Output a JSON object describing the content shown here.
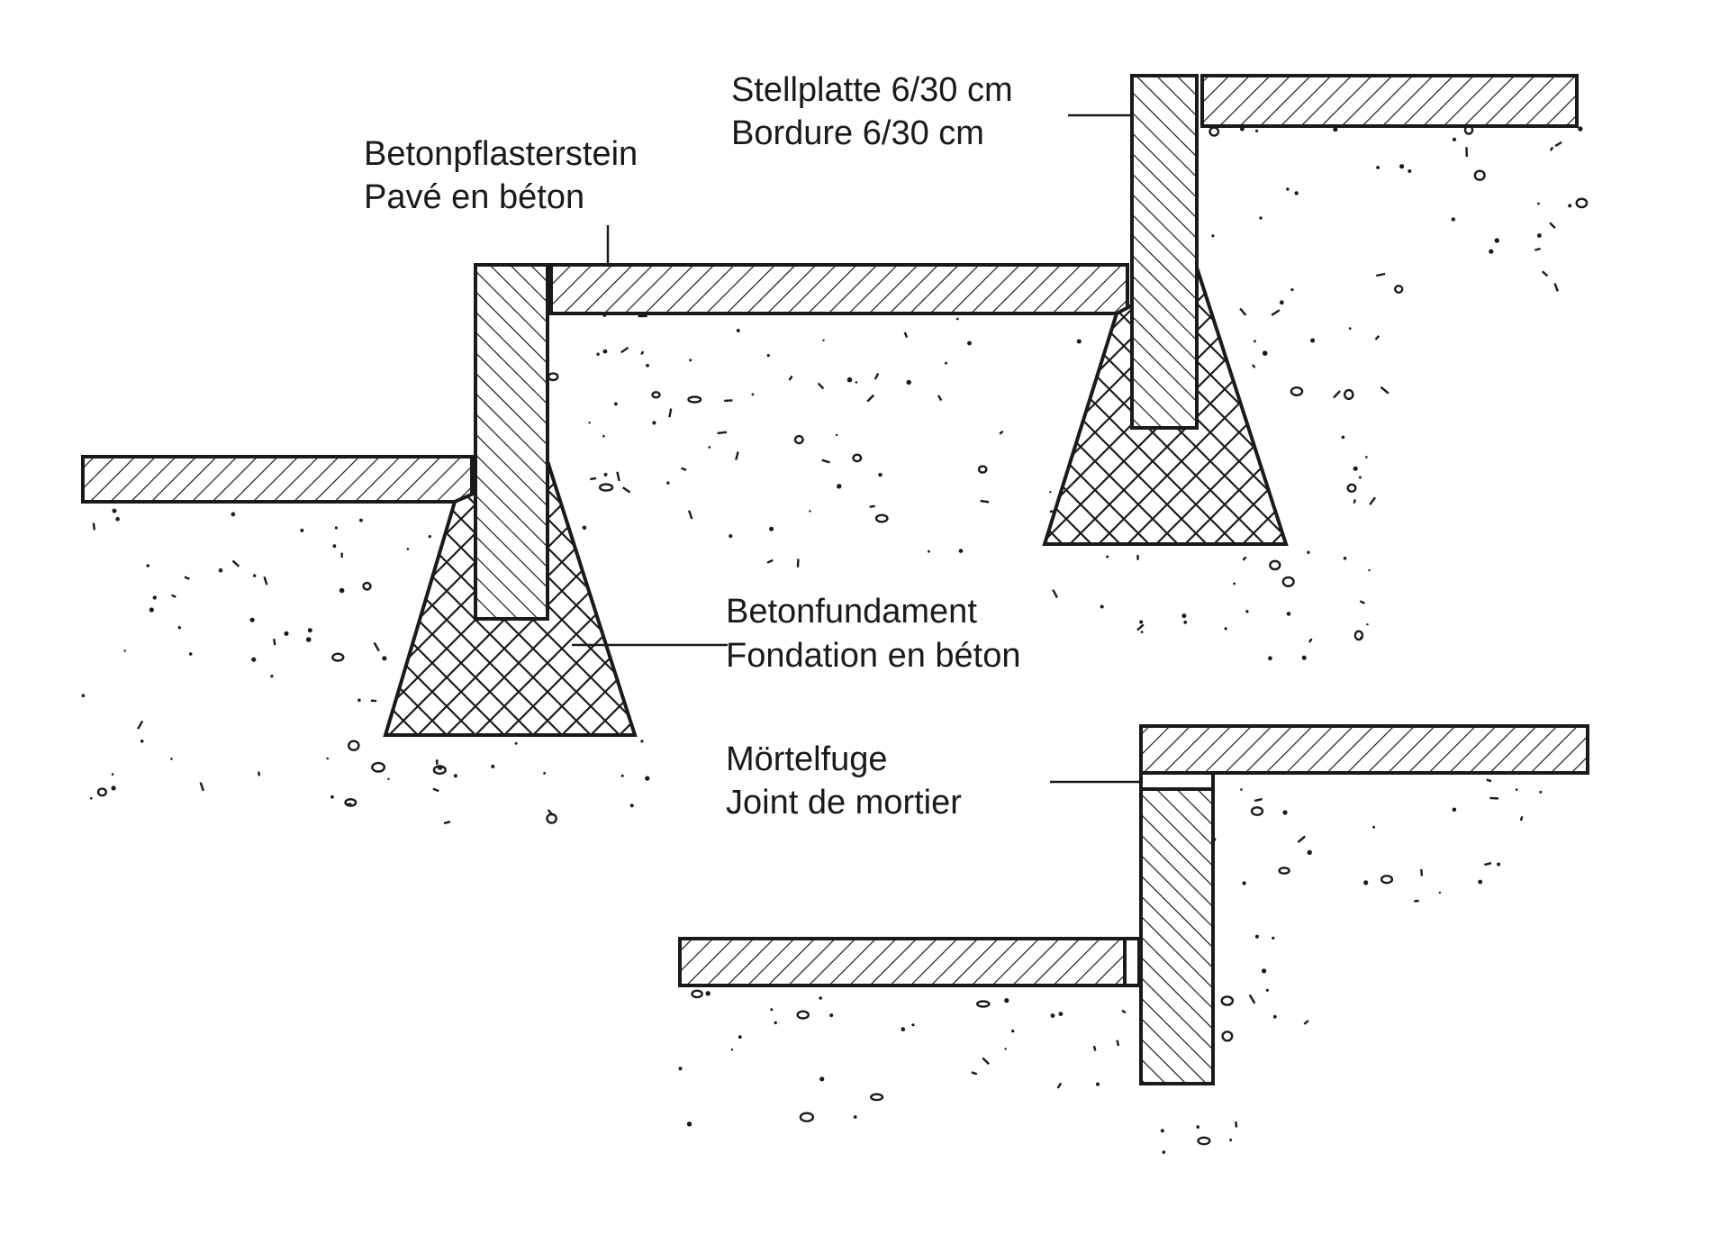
{
  "labels": {
    "stellplatte": {
      "de": "Stellplatte 6/30 cm",
      "fr": "Bordure 6/30 cm"
    },
    "pflasterstein": {
      "de": "Betonpflasterstein",
      "fr": "Pavé en béton"
    },
    "fundament": {
      "de": "Betonfundament",
      "fr": "Fondation en béton"
    },
    "moertelfuge": {
      "de": "Mörtelfuge",
      "fr": "Joint de mortier"
    }
  },
  "colors": {
    "ink": "#1a1a1a",
    "paper": "#ffffff"
  }
}
